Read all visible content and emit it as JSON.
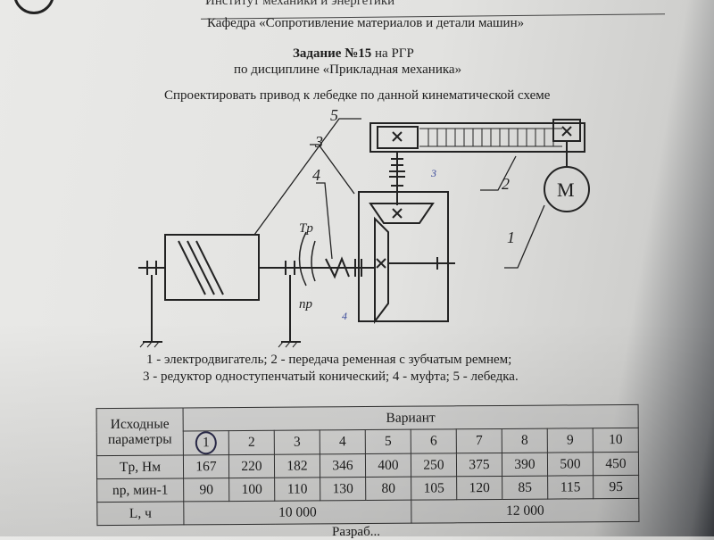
{
  "header": {
    "institute": "Институт механики и энергетики",
    "department": "Кафедра «Сопротивление материалов и детали машин»",
    "task_number": "Задание №15",
    "task_suffix": "на РГР",
    "discipline": "по дисциплине «Прикладная механика»",
    "goal": "Спроектировать привод к лебедке по данной кинематической схеме"
  },
  "diagram": {
    "labels": [
      "1",
      "2",
      "3",
      "4",
      "5"
    ],
    "motor": "M",
    "torque": "Tp",
    "speed": "np",
    "handwritten": [
      "1",
      "2",
      "3",
      "4"
    ]
  },
  "legend": {
    "line1": "1 - электродвигатель; 2 - передача ременная с зубчатым ремнем;",
    "line2": "3 - редуктор одноступенчатый конический; 4 - муфта; 5 - лебедка."
  },
  "table": {
    "param_header": "Исходные параметры",
    "variant_header": "Вариант",
    "variants": [
      "1",
      "2",
      "3",
      "4",
      "5",
      "6",
      "7",
      "8",
      "9",
      "10"
    ],
    "selected_variant": "1",
    "rows": [
      {
        "label": "Tp, Нм",
        "values": [
          "167",
          "220",
          "182",
          "346",
          "400",
          "250",
          "375",
          "390",
          "500",
          "450"
        ]
      },
      {
        "label": "np, мин-1",
        "values": [
          "90",
          "100",
          "110",
          "130",
          "80",
          "105",
          "120",
          "85",
          "115",
          "95"
        ]
      }
    ],
    "life_label": "L, ч",
    "life_values": [
      "10 000",
      "12 000"
    ]
  },
  "footer": {
    "partial": "Разраб..."
  }
}
